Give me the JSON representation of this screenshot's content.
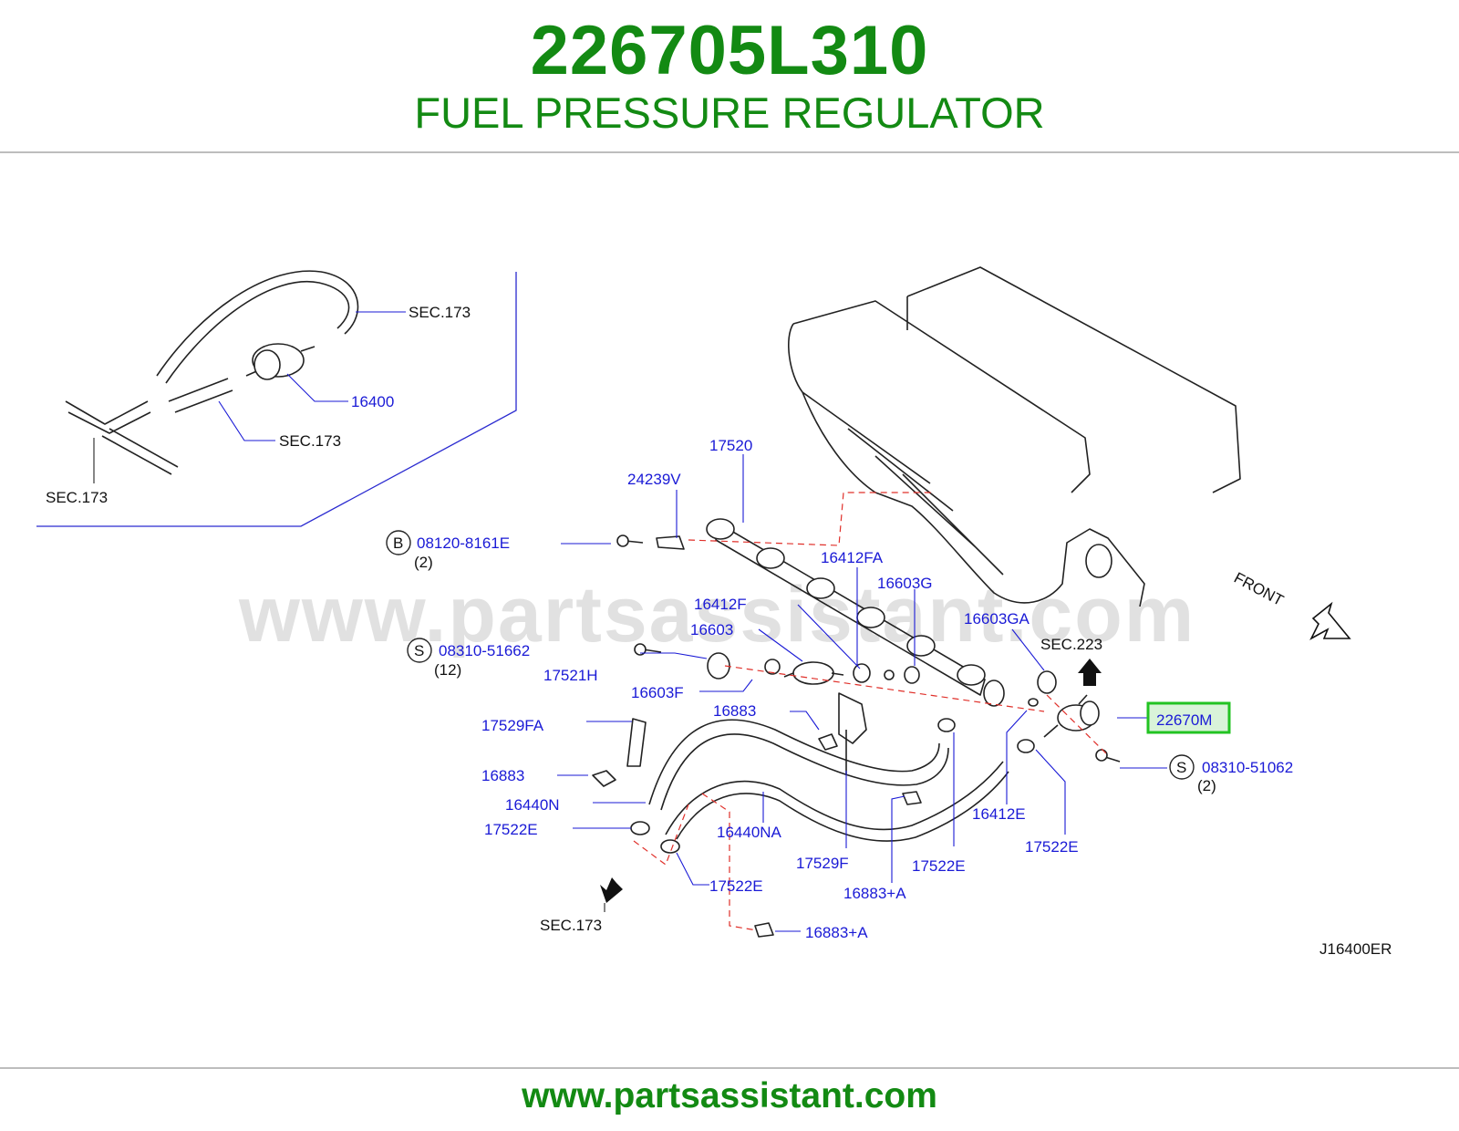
{
  "header": {
    "part_number": "226705L310",
    "part_title": "FUEL PRESSURE REGULATOR"
  },
  "footer": {
    "url": "www.partsassistant.com"
  },
  "watermark": "www.partsassistant.com",
  "highlight_color": "#22c322",
  "brand_color": "#138a13",
  "label_color": "#1a1ad6",
  "callouts": {
    "sec173_a": "SEC.173",
    "p16400": "16400",
    "sec173_b": "SEC.173",
    "sec173_c": "SEC.173",
    "p17520": "17520",
    "p24239v": "24239V",
    "b_symbol": "B",
    "p08120": "08120-8161E",
    "qty2_a": "(2)",
    "p16412fa": "16412FA",
    "p16603g": "16603G",
    "p16412f": "16412F",
    "p16603": "16603",
    "p16603ga": "16603GA",
    "sec223": "SEC.223",
    "front": "FRONT",
    "s_symbol_a": "S",
    "p08310_51662": "08310-51662",
    "qty12": "(12)",
    "p17521h": "17521H",
    "p16603f": "16603F",
    "p22670m": "22670M",
    "p16883_a": "16883",
    "p17529fa": "17529FA",
    "s_symbol_b": "S",
    "p08310_51062": "08310-51062",
    "qty2_b": "(2)",
    "p16883_b": "16883",
    "p16440n": "16440N",
    "p17522e_a": "17522E",
    "p16440na": "16440NA",
    "p16412e": "16412E",
    "p17522e_b": "17522E",
    "p17529f": "17529F",
    "p17522e_c": "17522E",
    "p17522e_d": "17522E",
    "p16883a_a": "16883+A",
    "sec173_d": "SEC.173",
    "p16883a_b": "16883+A",
    "ref_code": "J16400ER"
  }
}
